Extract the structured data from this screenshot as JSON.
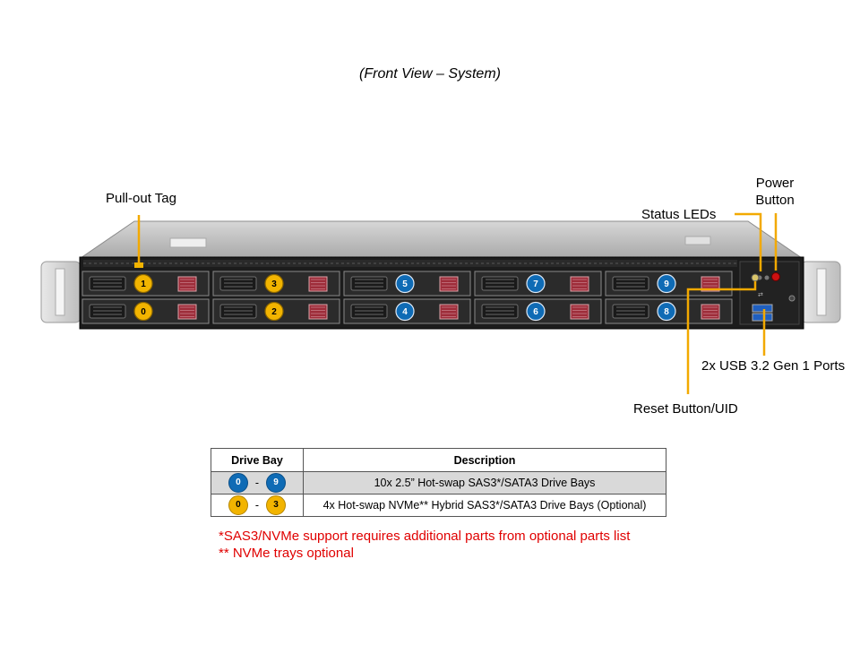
{
  "caption": "(Front View – System)",
  "callouts": {
    "pull_out_tag": "Pull-out Tag",
    "status_leds": "Status LEDs",
    "power_button_line1": "Power",
    "power_button_line2": "Button",
    "usb_ports": "2x USB 3.2 Gen 1 Ports",
    "reset_button": "Reset Button/UID"
  },
  "drive_bays": {
    "top_row": [
      "1",
      "3",
      "5",
      "7",
      "9"
    ],
    "bottom_row": [
      "0",
      "2",
      "4",
      "6",
      "8"
    ]
  },
  "colors": {
    "blue_badge": "#0f6bb5",
    "gold_badge": "#f2b400",
    "callout_line": "#f2a900",
    "note_red": "#e00000"
  },
  "table": {
    "headers": [
      "Drive Bay",
      "Description"
    ],
    "rows": [
      {
        "from": "0",
        "dash": "-",
        "to": "9",
        "color": "blue",
        "description": "10x 2.5” Hot-swap SAS3*/SATA3 Drive Bays"
      },
      {
        "from": "0",
        "dash": "-",
        "to": "3",
        "color": "gold",
        "description": "4x Hot-swap NVMe** Hybrid SAS3*/SATA3 Drive Bays (Optional)"
      }
    ]
  },
  "notes": [
    "*SAS3/NVMe support requires additional parts from optional parts list",
    "** NVMe trays optional"
  ]
}
